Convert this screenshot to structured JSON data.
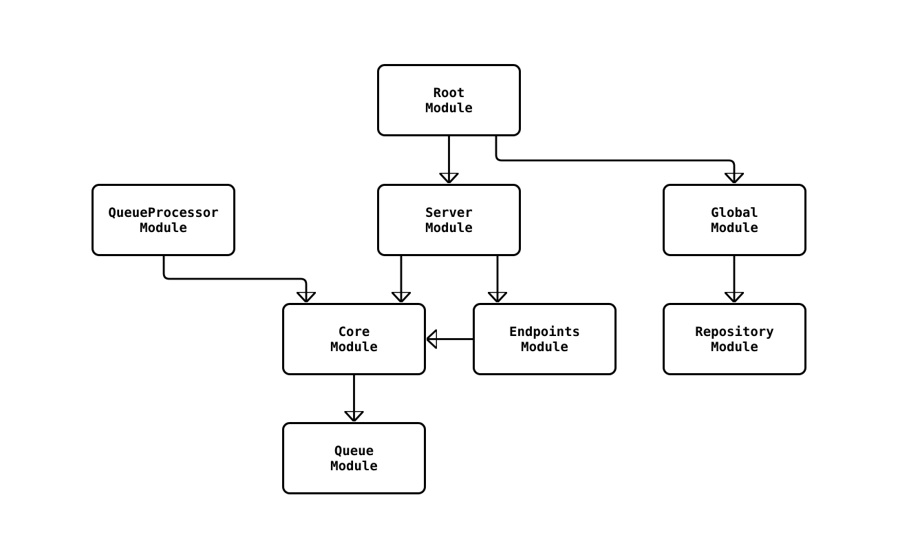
{
  "diagram": {
    "type": "flowchart",
    "direction": "top-down",
    "background_color": "#ffffff",
    "node_fill_color": "#ffffff",
    "node_border_color": "#000000",
    "edge_color": "#000000",
    "text_color": "#000000",
    "nodes": {
      "root": {
        "label": "Root\nModule"
      },
      "queueProcessor": {
        "label": "QueueProcessor\nModule"
      },
      "server": {
        "label": "Server\nModule"
      },
      "global": {
        "label": "Global\nModule"
      },
      "core": {
        "label": "Core\nModule"
      },
      "endpoints": {
        "label": "Endpoints\nModule"
      },
      "repository": {
        "label": "Repository\nModule"
      },
      "queue": {
        "label": "Queue\nModule"
      }
    },
    "edges": [
      {
        "from": "Root Module",
        "to": "Server Module"
      },
      {
        "from": "Root Module",
        "to": "Global Module"
      },
      {
        "from": "QueueProcessor Module",
        "to": "Core Module"
      },
      {
        "from": "Server Module",
        "to": "Core Module"
      },
      {
        "from": "Server Module",
        "to": "Endpoints Module"
      },
      {
        "from": "Global Module",
        "to": "Repository Module"
      },
      {
        "from": "Endpoints Module",
        "to": "Core Module"
      },
      {
        "from": "Core Module",
        "to": "Queue Module"
      }
    ]
  }
}
